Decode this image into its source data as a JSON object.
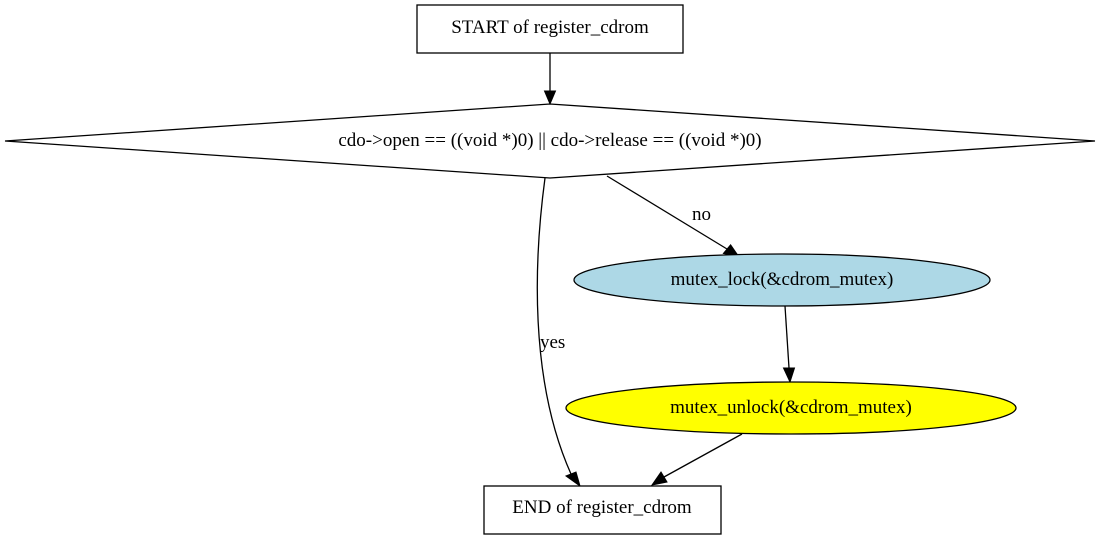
{
  "nodes": {
    "start": {
      "label": "START of register_cdrom",
      "shape": "box"
    },
    "condition": {
      "label": "cdo->open == ((void *)0) || cdo->release == ((void *)0)",
      "shape": "diamond"
    },
    "lock": {
      "label": "mutex_lock(&cdrom_mutex)",
      "shape": "ellipse",
      "fill": "#add8e6"
    },
    "unlock": {
      "label": "mutex_unlock(&cdrom_mutex)",
      "shape": "ellipse",
      "fill": "#ffff00"
    },
    "end": {
      "label": "END of register_cdrom",
      "shape": "box"
    }
  },
  "edges": {
    "start_to_condition": {
      "from": "start",
      "to": "condition",
      "label": ""
    },
    "condition_to_lock": {
      "from": "condition",
      "to": "lock",
      "label": "no"
    },
    "condition_to_end": {
      "from": "condition",
      "to": "end",
      "label": "yes"
    },
    "lock_to_unlock": {
      "from": "lock",
      "to": "unlock",
      "label": ""
    },
    "unlock_to_end": {
      "from": "unlock",
      "to": "end",
      "label": ""
    }
  }
}
